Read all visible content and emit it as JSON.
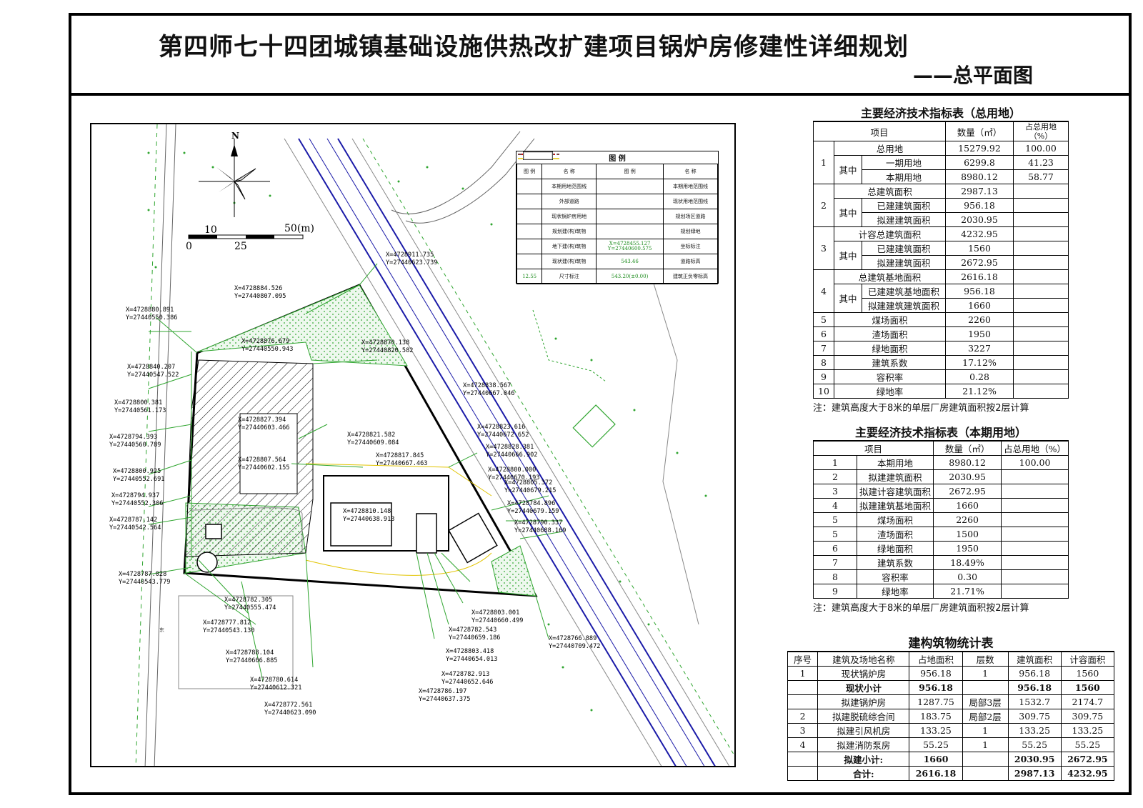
{
  "header": {
    "title": "第四师七十四团城镇基础设施供热改扩建项目锅炉房修建性详细规划",
    "subtitle": "——总平面图"
  },
  "map": {
    "north_label": "N",
    "scale": {
      "labels_top": [
        "10",
        "50(m)"
      ],
      "labels_bottom": [
        "0",
        "25"
      ]
    },
    "legend": {
      "title": "图 例",
      "headers": [
        "图 例",
        "名 称",
        "图 例",
        "名 称"
      ],
      "rows": [
        [
          "本期用地范围线",
          "本期用地范围线"
        ],
        [
          "外部道路",
          "现状用地范围线"
        ],
        [
          "现状锅炉房用地",
          "规划场区道路"
        ],
        [
          "规划建(构)筑物",
          "规划绿地"
        ],
        [
          "地下建(构)筑物",
          "坐标标注"
        ],
        [
          "现状建(构)筑物",
          "道路标高"
        ],
        [
          "尺寸标注",
          "建筑正负零标高"
        ]
      ],
      "sample_coord": [
        "X=4728455.127",
        "Y=27440600.575"
      ],
      "sample_elev": "543.46",
      "sample_zero": "543.20(±0.00)",
      "sample_dim": "12.55"
    },
    "coords": [
      [
        "X=4728911.735",
        "Y=27440623.739"
      ],
      [
        "X=4728884.526",
        "Y=27440807.095"
      ],
      [
        "X=4728880.891",
        "Y=27440550.386"
      ],
      [
        "X=4728876.679",
        "Y=27440550.943"
      ],
      [
        "X=4728870.138",
        "Y=27440820.582"
      ],
      [
        "X=4728840.207",
        "Y=27440547.522"
      ],
      [
        "X=4728838.567",
        "Y=27440667.046"
      ],
      [
        "X=4728800.381",
        "Y=27440561.173"
      ],
      [
        "X=4728827.394",
        "Y=27440603.466"
      ],
      [
        "X=4728821.582",
        "Y=27440609.084"
      ],
      [
        "X=4728823.616",
        "Y=27440672.652"
      ],
      [
        "X=4728794.393",
        "Y=27440560.789"
      ],
      [
        "X=4728828.381",
        "Y=27440666.902"
      ],
      [
        "X=4728807.564",
        "Y=27440602.155"
      ],
      [
        "X=4728817.845",
        "Y=27440667.463"
      ],
      [
        "X=4728800.000",
        "Y=27440670.193"
      ],
      [
        "X=4728800.925",
        "Y=27440552.691"
      ],
      [
        "X=4728805.372",
        "Y=27440679.215"
      ],
      [
        "X=4728794.937",
        "Y=27440552.306"
      ],
      [
        "X=4728810.148",
        "Y=27440638.913"
      ],
      [
        "X=4728784.896",
        "Y=27440679.159"
      ],
      [
        "X=4728787.142",
        "Y=27440542.564"
      ],
      [
        "X=4728790.337",
        "Y=27440688.169"
      ],
      [
        "X=4728787.028",
        "Y=27440543.779"
      ],
      [
        "X=4728782.305",
        "Y=27440555.474"
      ],
      [
        "X=4728803.001",
        "Y=27440660.499"
      ],
      [
        "X=4728777.812",
        "Y=27440543.130"
      ],
      [
        "X=4728782.543",
        "Y=27440659.186"
      ],
      [
        "X=4728766.889",
        "Y=27440709.472"
      ],
      [
        "X=4728788.104",
        "Y=27440606.885"
      ],
      [
        "X=4728803.418",
        "Y=27440654.013"
      ],
      [
        "X=4728780.614",
        "Y=27440612.321"
      ],
      [
        "X=4728782.913",
        "Y=27440652.646"
      ],
      [
        "X=4728786.197",
        "Y=27440637.375"
      ],
      [
        "X=4728772.561",
        "Y=27440623.090"
      ]
    ],
    "road_label": "东"
  },
  "table1": {
    "title": "主要经济技术指标表（总用地）",
    "headers": [
      "项目",
      "数量（㎡）",
      "占总用地（%）"
    ],
    "qizhong": "其中",
    "rows": [
      {
        "no": "1",
        "item": "总用地",
        "val": "15279.92",
        "pct": "100.00"
      },
      {
        "no": "",
        "item": "一期用地",
        "val": "6299.8",
        "pct": "41.23"
      },
      {
        "no": "",
        "item": "本期用地",
        "val": "8980.12",
        "pct": "58.77"
      },
      {
        "no": "2",
        "item": "总建筑面积",
        "val": "2987.13",
        "pct": ""
      },
      {
        "no": "",
        "item": "已建建筑面积",
        "val": "956.18",
        "pct": ""
      },
      {
        "no": "",
        "item": "拟建建筑面积",
        "val": "2030.95",
        "pct": ""
      },
      {
        "no": "3",
        "item": "计容总建筑面积",
        "val": "4232.95",
        "pct": ""
      },
      {
        "no": "",
        "item": "已建建筑面积",
        "val": "1560",
        "pct": ""
      },
      {
        "no": "",
        "item": "拟建建筑面积",
        "val": "2672.95",
        "pct": ""
      },
      {
        "no": "4",
        "item": "总建筑基地面积",
        "val": "2616.18",
        "pct": ""
      },
      {
        "no": "",
        "item": "已建建筑基地面积",
        "val": "956.18",
        "pct": ""
      },
      {
        "no": "",
        "item": "拟建建筑建筑面积",
        "val": "1660",
        "pct": ""
      },
      {
        "no": "5",
        "item": "煤场面积",
        "val": "2260",
        "pct": ""
      },
      {
        "no": "6",
        "item": "渣场面积",
        "val": "1950",
        "pct": ""
      },
      {
        "no": "7",
        "item": "绿地面积",
        "val": "3227",
        "pct": ""
      },
      {
        "no": "8",
        "item": "建筑系数",
        "val": "17.12%",
        "pct": ""
      },
      {
        "no": "9",
        "item": "容积率",
        "val": "0.28",
        "pct": ""
      },
      {
        "no": "10",
        "item": "绿地率",
        "val": "21.12%",
        "pct": ""
      }
    ],
    "note": "注：建筑高度大于8米的单层厂房建筑面积按2层计算"
  },
  "table2": {
    "title": "主要经济技术指标表（本期用地）",
    "headers": [
      "项目",
      "数量（㎡）",
      "占总用地（%）"
    ],
    "rows": [
      {
        "no": "1",
        "item": "本期用地",
        "val": "8980.12",
        "pct": "100.00"
      },
      {
        "no": "2",
        "item": "拟建建筑面积",
        "val": "2030.95",
        "pct": ""
      },
      {
        "no": "3",
        "item": "拟建计容建筑面积",
        "val": "2672.95",
        "pct": ""
      },
      {
        "no": "4",
        "item": "拟建建筑基地面积",
        "val": "1660",
        "pct": ""
      },
      {
        "no": "5",
        "item": "煤场面积",
        "val": "2260",
        "pct": ""
      },
      {
        "no": "5",
        "item": "渣场面积",
        "val": "1500",
        "pct": ""
      },
      {
        "no": "6",
        "item": "绿地面积",
        "val": "1950",
        "pct": ""
      },
      {
        "no": "7",
        "item": "建筑系数",
        "val": "18.49%",
        "pct": ""
      },
      {
        "no": "8",
        "item": "容积率",
        "val": "0.30",
        "pct": ""
      },
      {
        "no": "9",
        "item": "绿地率",
        "val": "21.71%",
        "pct": ""
      }
    ],
    "note": "注：建筑高度大于8米的单层厂房建筑面积按2层计算"
  },
  "table3": {
    "title": "建构筑物统计表",
    "headers": [
      "序号",
      "建筑及场地名称",
      "占地面积",
      "层数",
      "建筑面积",
      "计容面积"
    ],
    "rows": [
      {
        "no": "1",
        "name": "现状锅炉房",
        "area": "956.18",
        "floors": "1",
        "gfa": "956.18",
        "far": "1560",
        "bold": false
      },
      {
        "no": "",
        "name": "现状小计",
        "area": "956.18",
        "floors": "",
        "gfa": "956.18",
        "far": "1560",
        "bold": true
      },
      {
        "no": "",
        "name": "拟建锅炉房",
        "area": "1287.75",
        "floors": "局部3层",
        "gfa": "1532.7",
        "far": "2174.7",
        "bold": false
      },
      {
        "no": "2",
        "name": "拟建脱硫综合间",
        "area": "183.75",
        "floors": "局部2层",
        "gfa": "309.75",
        "far": "309.75",
        "bold": false
      },
      {
        "no": "3",
        "name": "拟建引风机房",
        "area": "133.25",
        "floors": "1",
        "gfa": "133.25",
        "far": "133.25",
        "bold": false
      },
      {
        "no": "4",
        "name": "拟建消防泵房",
        "area": "55.25",
        "floors": "1",
        "gfa": "55.25",
        "far": "55.25",
        "bold": false
      },
      {
        "no": "",
        "name": "拟建小计:",
        "area": "1660",
        "floors": "",
        "gfa": "2030.95",
        "far": "2672.95",
        "bold": true
      },
      {
        "no": "",
        "name": "合计:",
        "area": "2616.18",
        "floors": "",
        "gfa": "2987.13",
        "far": "4232.95",
        "bold": true
      }
    ]
  }
}
